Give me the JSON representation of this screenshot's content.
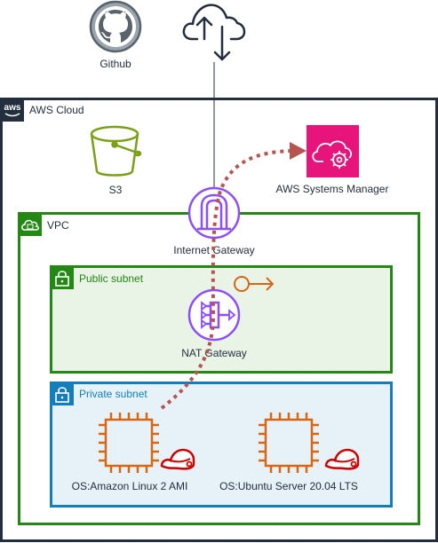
{
  "github": {
    "label": "Github",
    "icon": "github-icon"
  },
  "cloud_upload": {
    "icon": "cloud-upload-icon"
  },
  "aws_cloud": {
    "label": "AWS Cloud",
    "icon": "aws-logo-icon",
    "color": "#232f3e"
  },
  "s3": {
    "label": "S3",
    "icon": "s3-bucket-icon",
    "color": "#7aa116"
  },
  "systems_manager": {
    "label": "AWS Systems Manager",
    "icon": "systems-manager-icon",
    "color": "#e7157b"
  },
  "vpc": {
    "label": "VPC",
    "icon": "vpc-cloud-icon",
    "color": "#248814"
  },
  "internet_gateway": {
    "label": "Internet Gateway",
    "icon": "internet-gateway-icon",
    "color": "#8c4fff"
  },
  "public_subnet": {
    "label": "Public subnet",
    "icon": "lock-icon",
    "color": "#248814",
    "fill": "#e9f3e6"
  },
  "elastic_ip": {
    "icon": "elastic-ip-icon",
    "color": "#d86613"
  },
  "nat_gateway": {
    "label": "NAT Gateway",
    "icon": "nat-gateway-icon",
    "color": "#8c4fff"
  },
  "private_subnet": {
    "label": "Private subnet",
    "icon": "lock-icon",
    "color": "#147eba",
    "fill": "#e6f2f8"
  },
  "instances": [
    {
      "label": "OS:Amazon Linux 2 AMI",
      "icon": "ec2-instance-icon",
      "badge_icon": "redhat-hat-icon"
    },
    {
      "label": "OS:Ubuntu Server 20.04 LTS",
      "icon": "ec2-instance-icon",
      "badge_icon": "redhat-hat-icon"
    }
  ],
  "colors": {
    "ec2": "#d86613",
    "redhat": "#cc0000",
    "ssm_connection": "#b85450"
  }
}
